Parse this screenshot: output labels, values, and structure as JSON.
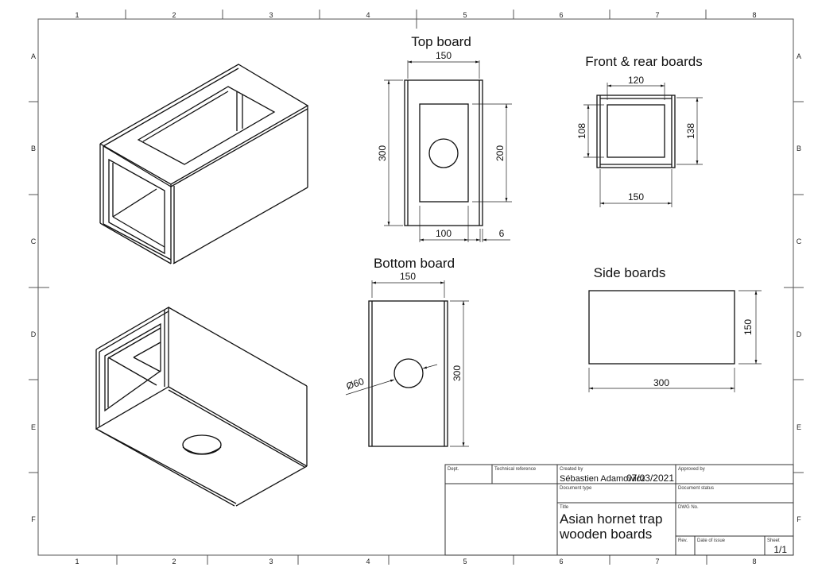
{
  "drawing": {
    "zones": {
      "columns": [
        "1",
        "2",
        "3",
        "4",
        "5",
        "6",
        "7",
        "8"
      ],
      "rows": [
        "A",
        "B",
        "C",
        "D",
        "E",
        "F"
      ]
    },
    "views": {
      "isometric_top": {
        "name": "Isometric view (top)"
      },
      "isometric_bottom": {
        "name": "Isometric view (bottom)"
      },
      "top_board": {
        "title": "Top board",
        "dims": {
          "width": "150",
          "height": "300",
          "opening_height": "200",
          "opening_width": "100",
          "thickness": "6"
        }
      },
      "front_rear_boards": {
        "title": "Front & rear boards",
        "dims": {
          "inner_width": "120",
          "outer_width": "150",
          "inner_height": "108",
          "outer_height": "138"
        }
      },
      "bottom_board": {
        "title": "Bottom board",
        "dims": {
          "width": "150",
          "height": "300",
          "hole_diameter": "Ø60"
        }
      },
      "side_boards": {
        "title": "Side boards",
        "dims": {
          "width": "300",
          "height": "150"
        }
      }
    },
    "title_block": {
      "dept_label": "Dept.",
      "dept_value": "",
      "tech_ref_label": "Technical reference",
      "tech_ref_value": "",
      "created_by_label": "Created by",
      "created_by_value": "Sébastien Adamowicz",
      "created_date": "07/03/2021",
      "approved_by_label": "Approved by",
      "approved_by_value": "",
      "doc_type_label": "Document type",
      "doc_type_value": "",
      "doc_status_label": "Document status",
      "doc_status_value": "",
      "title_label": "Title",
      "title_line1": "Asian hornet trap",
      "title_line2": "wooden boards",
      "dwg_no_label": "DWG No.",
      "dwg_no_value": "",
      "rev_label": "Rev.",
      "rev_value": "",
      "date_of_issue_label": "Date of issue",
      "date_of_issue_value": "",
      "sheet_label": "Sheet",
      "sheet_value": "1/1"
    }
  }
}
